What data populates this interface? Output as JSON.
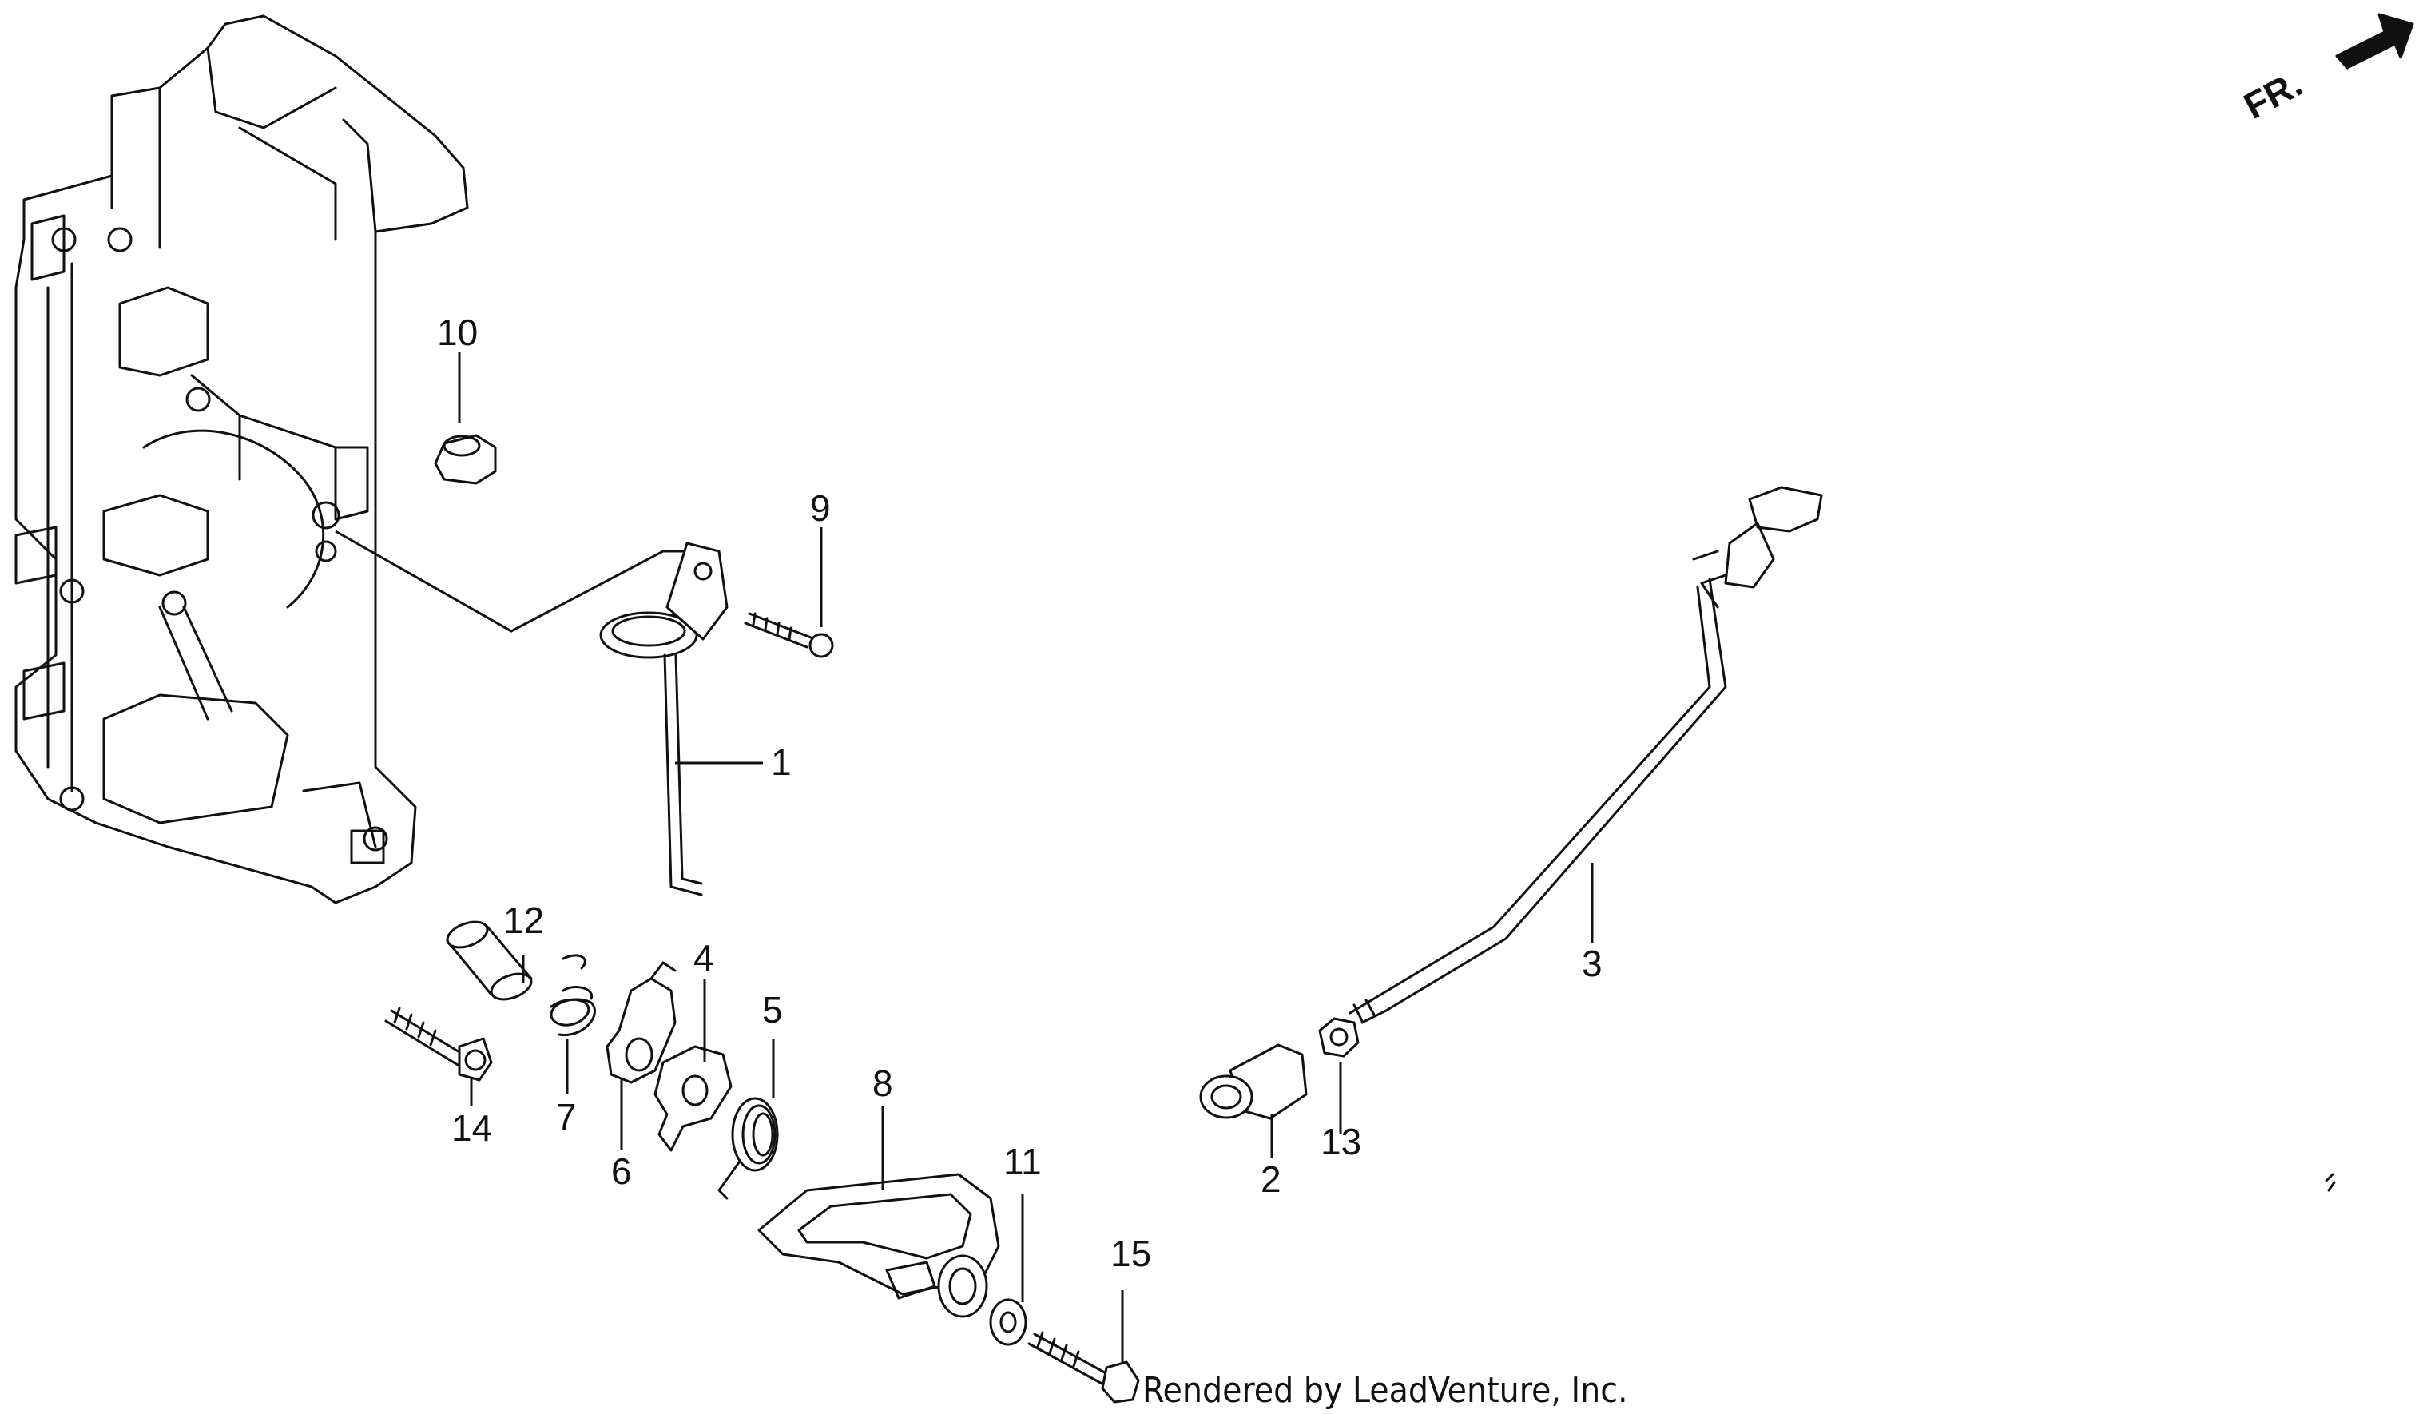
{
  "direction": {
    "label": "FR.",
    "icon": "arrow-right-icon"
  },
  "credit": "Rendered by LeadVenture, Inc.",
  "callouts": [
    "1",
    "2",
    "3",
    "4",
    "5",
    "6",
    "7",
    "8",
    "9",
    "10",
    "11",
    "12",
    "13",
    "14",
    "15"
  ]
}
